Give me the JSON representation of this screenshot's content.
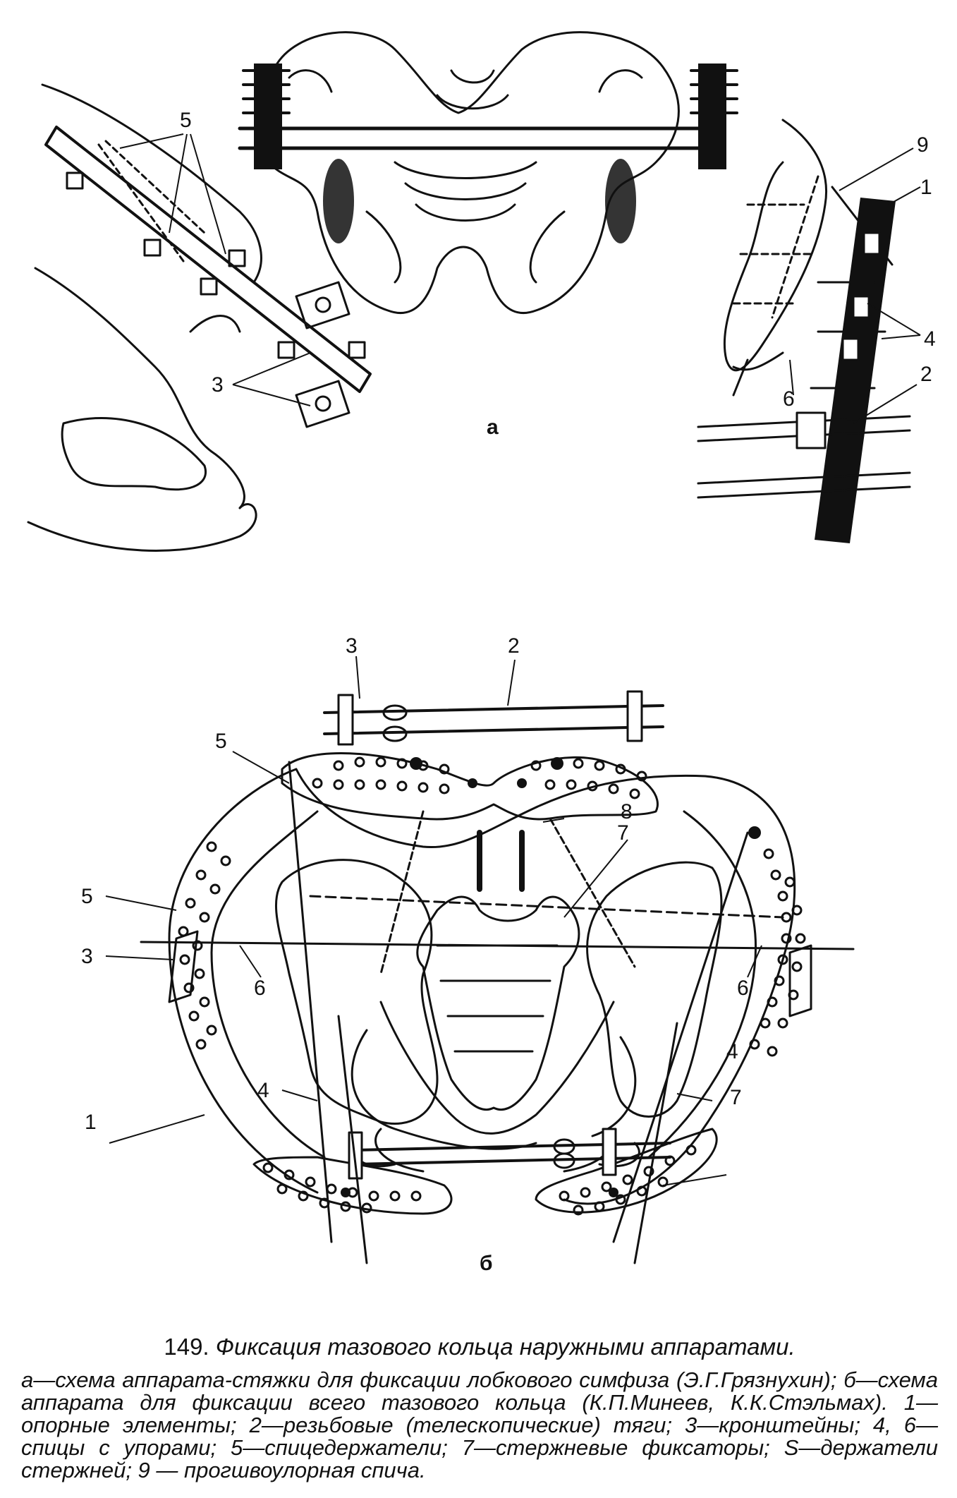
{
  "figure": {
    "panel_a": "а",
    "panel_b": "б",
    "labels_a_left": [
      "5",
      "3"
    ],
    "labels_a_right": [
      "9",
      "1",
      "4",
      "2",
      "6"
    ],
    "labels_b": [
      "1",
      "2",
      "3",
      "4",
      "5",
      "6",
      "7",
      "8"
    ]
  },
  "caption": {
    "number": "149.",
    "title": "Фиксация тазового кольца наружными аппаратами.",
    "body": "а—схема аппарата-стяжки для фиксации лобкового симфиза (Э.Г.Грязнухин); б—схема аппарата для фиксации всего тазового кольца (К.П.Минеев, К.К.Стэльмах). 1—опорные элементы; 2—резьбовые (телескопические) тяги; 3—кронштейны; 4, 6—спицы с упорами; 5—спицедержатели; 7—стержневые фиксаторы; S—держатели стержней; 9 — прогшвоулорная спича."
  },
  "colors": {
    "ink": "#111111",
    "paper": "#ffffff"
  }
}
